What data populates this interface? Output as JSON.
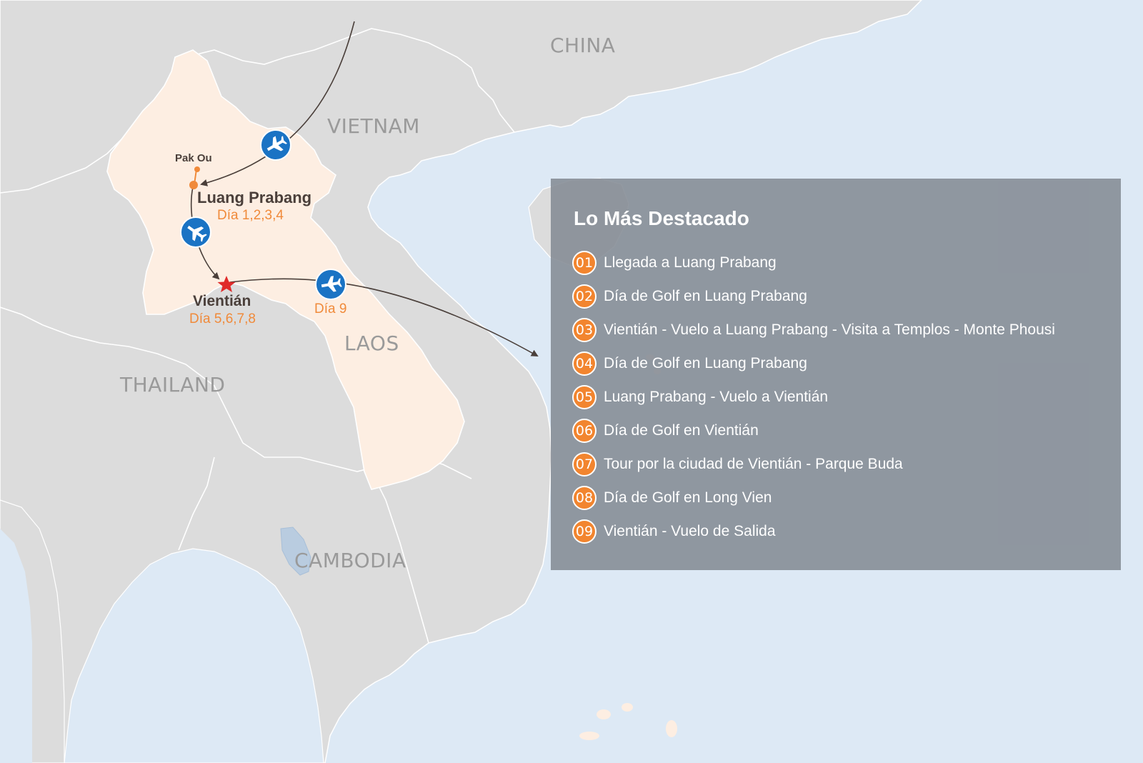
{
  "countries": {
    "china": "CHINA",
    "vietnam": "VIETNAM",
    "laos": "LAOS",
    "thailand": "THAILAND",
    "cambodia": "CAMBODIA"
  },
  "places": {
    "pak_ou": "Pak Ou",
    "luang_prabang": "Luang Prabang",
    "luang_prabang_days": "Día 1,2,3,4",
    "vientiane": "Vientián",
    "vientiane_days": "Día 5,6,7,8",
    "departure_day": "Día 9"
  },
  "panel": {
    "title": "Lo Más Destacado",
    "items": [
      {
        "num": "01",
        "text": "Llegada a Luang Prabang"
      },
      {
        "num": "02",
        "text": "Día de Golf en Luang Prabang"
      },
      {
        "num": "03",
        "text": "Vientián - Vuelo a Luang Prabang - Visita a Templos - Monte Phousi"
      },
      {
        "num": "04",
        "text": "Día de Golf en Luang Prabang"
      },
      {
        "num": "05",
        "text": "Luang Prabang - Vuelo a Vientián"
      },
      {
        "num": "06",
        "text": "Día de Golf en Vientián"
      },
      {
        "num": "07",
        "text": "Tour por la ciudad de Vientián - Parque Buda"
      },
      {
        "num": "08",
        "text": "Día de Golf en Long Vien"
      },
      {
        "num": "09",
        "text": "Vientián - Vuelo de Salida"
      }
    ]
  },
  "colors": {
    "sea": "#dde9f5",
    "land": "#dcdcdc",
    "laos": "#fdeee2",
    "accent": "#f2852f",
    "plane": "#1a73c4",
    "star": "#e02a2a"
  },
  "icons": [
    "airplane-icon",
    "star-icon",
    "location-dot-icon",
    "arrow-icon"
  ]
}
